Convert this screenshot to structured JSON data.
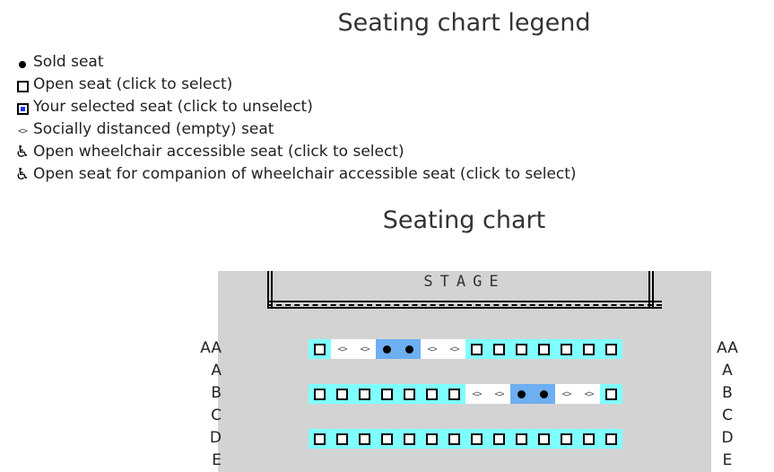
{
  "legend": {
    "title": "Seating chart legend",
    "items": [
      {
        "icon": "sold-dot-icon",
        "label": "Sold seat"
      },
      {
        "icon": "open-square-icon",
        "label": "Open seat (click to select)"
      },
      {
        "icon": "selected-square-icon",
        "label": "Your selected seat (click to unselect)"
      },
      {
        "icon": "distanced-icon",
        "label": "Socially distanced (empty) seat"
      },
      {
        "icon": "wheelchair-icon",
        "label": "Open wheelchair accessible seat (click to select)"
      },
      {
        "icon": "companion-icon",
        "label": "Open seat for companion of wheelchair accessible seat (click to select)"
      }
    ],
    "glyph_distanced": "<>",
    "glyph_wheelchair": "♿",
    "glyph_companion": "♿"
  },
  "chart": {
    "title": "Seating chart",
    "stage_label": "STAGE",
    "rows": [
      "AA",
      "A",
      "B",
      "C",
      "D",
      "E"
    ],
    "seat_rows": [
      {
        "row": "AA",
        "seats": [
          "open",
          "dist",
          "dist",
          "sold",
          "sold",
          "dist",
          "dist",
          "open",
          "open",
          "open",
          "open",
          "open",
          "open",
          "open"
        ]
      },
      {
        "row": "B",
        "seats": [
          "open",
          "open",
          "open",
          "open",
          "open",
          "open",
          "open",
          "dist",
          "dist",
          "sold",
          "sold",
          "dist",
          "dist",
          "open"
        ]
      },
      {
        "row": "D",
        "seats": [
          "open",
          "open",
          "open",
          "open",
          "open",
          "open",
          "open",
          "open",
          "open",
          "open",
          "open",
          "open",
          "open",
          "open"
        ]
      }
    ]
  },
  "colors": {
    "open_seat": "#7fffff",
    "sold_seat": "#6daff0",
    "distanced_seat": "#ffffff",
    "venue_floor": "#d3d3d3",
    "selected_fill": "#1a36ff"
  }
}
